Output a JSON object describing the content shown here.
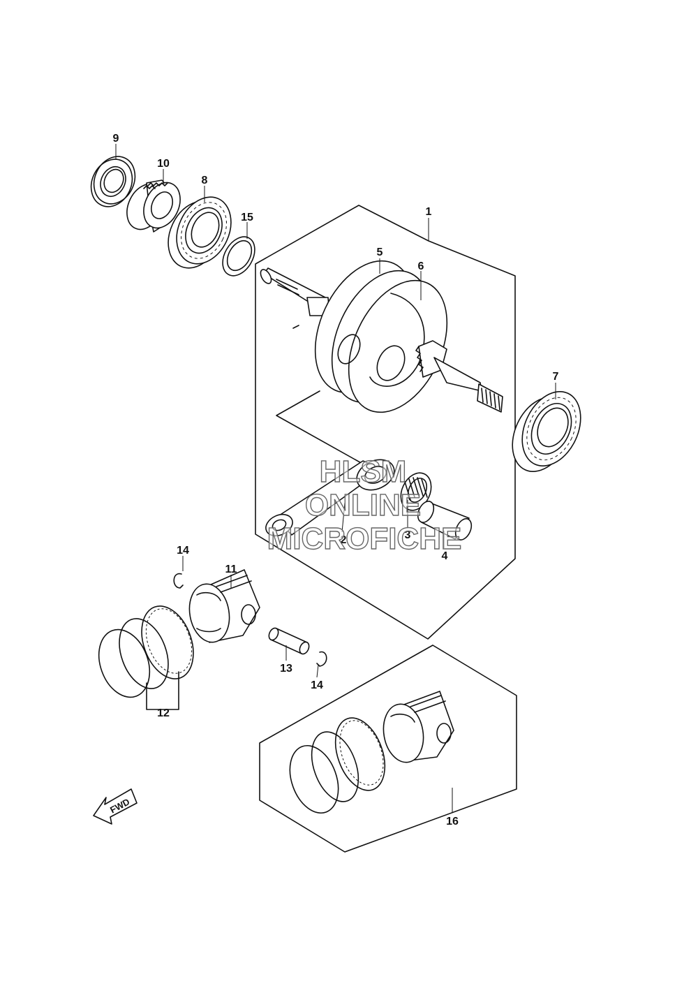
{
  "diagram": {
    "callouts": [
      {
        "id": "c1",
        "label": "1"
      },
      {
        "id": "c2",
        "label": "2"
      },
      {
        "id": "c3",
        "label": "3"
      },
      {
        "id": "c4",
        "label": "4"
      },
      {
        "id": "c5",
        "label": "5"
      },
      {
        "id": "c6",
        "label": "6"
      },
      {
        "id": "c7",
        "label": "7"
      },
      {
        "id": "c8",
        "label": "8"
      },
      {
        "id": "c9",
        "label": "9"
      },
      {
        "id": "c10",
        "label": "10"
      },
      {
        "id": "c11",
        "label": "11"
      },
      {
        "id": "c12",
        "label": "12"
      },
      {
        "id": "c13",
        "label": "13"
      },
      {
        "id": "c14a",
        "label": "14"
      },
      {
        "id": "c14b",
        "label": "14"
      },
      {
        "id": "c15",
        "label": "15"
      },
      {
        "id": "c16",
        "label": "16"
      }
    ],
    "fwd_label": "FWD"
  },
  "watermark": {
    "line1": "HLSM",
    "line2": "ONLINE",
    "line3": "MICROFICHE"
  }
}
